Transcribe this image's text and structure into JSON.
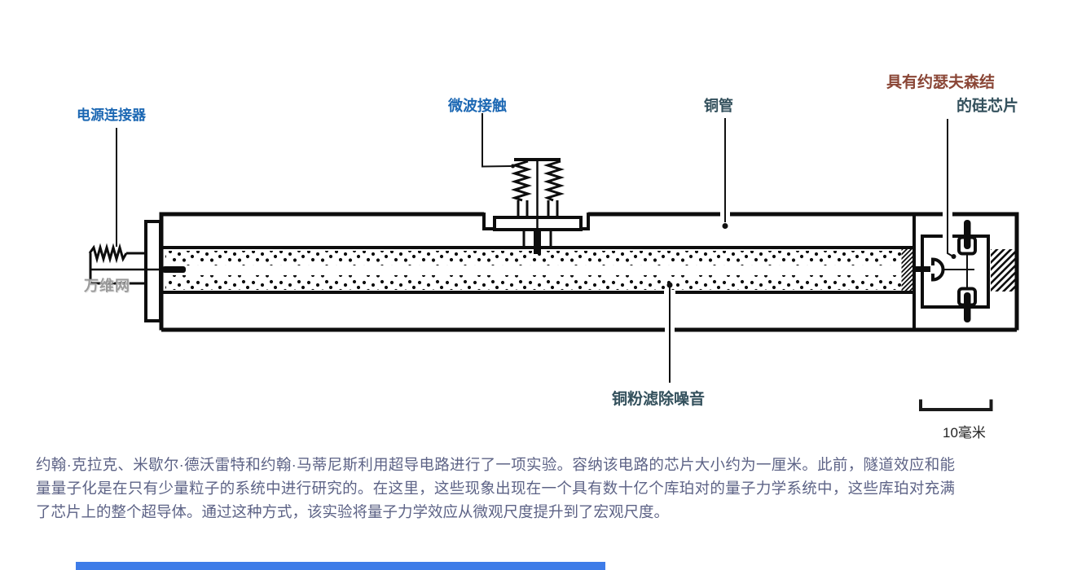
{
  "diagram": {
    "labels": {
      "power_connector": "电源连接器",
      "microwave_contact": "微波接触",
      "copper_tube": "铜管",
      "josephson_line1": "具有约瑟夫森结",
      "josephson_line2": "的硅芯片",
      "copper_powder": "铜粉滤除噪音",
      "scale": "10毫米",
      "watermark": "万维网"
    },
    "colors": {
      "label_blue": "#1b67b3",
      "label_teal": "#33505c",
      "label_brown": "#8a4636",
      "paragraph_text": "#5d6386",
      "line_black": "#0d0d0d",
      "scrollbar_blue": "#3e7ce8"
    }
  },
  "caption": {
    "text": "约翰·克拉克、米歇尔·德沃雷特和约翰·马蒂尼斯利用超导电路进行了一项实验。容纳该电路的芯片大小约为一厘米。此前，隧道效应和能量量子化是在只有少量粒子的系统中进行研究的。在这里，这些现象出现在一个具有数十亿个库珀对的量子力学系统中，这些库珀对充满了芯片上的整个超导体。通过这种方式，该实验将量子力学效应从微观尺度提升到了宏观尺度。"
  }
}
